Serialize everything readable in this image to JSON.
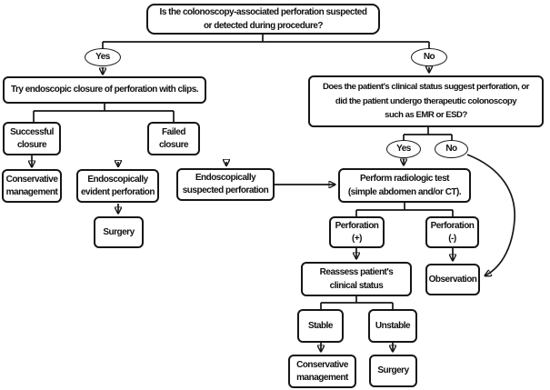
{
  "diagram": {
    "type": "flowchart",
    "topic": "Management of colonoscopy-associated perforation",
    "colors": {
      "background": "#ffffff",
      "line": "#161616",
      "box_border": "#161616",
      "text": "#111111"
    },
    "nodes": {
      "root_question": "Is the colonoscopy-associated perforation suspected\nor detected during procedure?",
      "branch_yes": "Yes",
      "branch_no": "No",
      "try_closure": "Try endoscopic closure of perforation with clips.",
      "successful_closure": "Successful\nclosure",
      "failed_closure": "Failed\nclosure",
      "conservative_management_left": "Conservative\nmanagement",
      "evident_perforation": "Endoscopically\nevident perforation",
      "suspected_perforation": "Endoscopically\nsuspected perforation",
      "surgery_left": "Surgery",
      "clinical_question": "Does the patient's clinical status suggest perforation, or\ndid the patient undergo therapeutic colonoscopy\nsuch as EMR or ESD?",
      "clinical_yes": "Yes",
      "clinical_no": "No",
      "radiologic_test": "Perform radiologic test\n(simple abdomen and/or CT).",
      "perforation_positive": "Perforation\n(+)",
      "perforation_negative": "Perforation\n(-)",
      "reassess_status": "Reassess patient's\nclinical status",
      "observation": "Observation",
      "stable": "Stable",
      "unstable": "Unstable",
      "conservative_management_bottom": "Conservative\nmanagement",
      "surgery_bottom": "Surgery"
    }
  }
}
